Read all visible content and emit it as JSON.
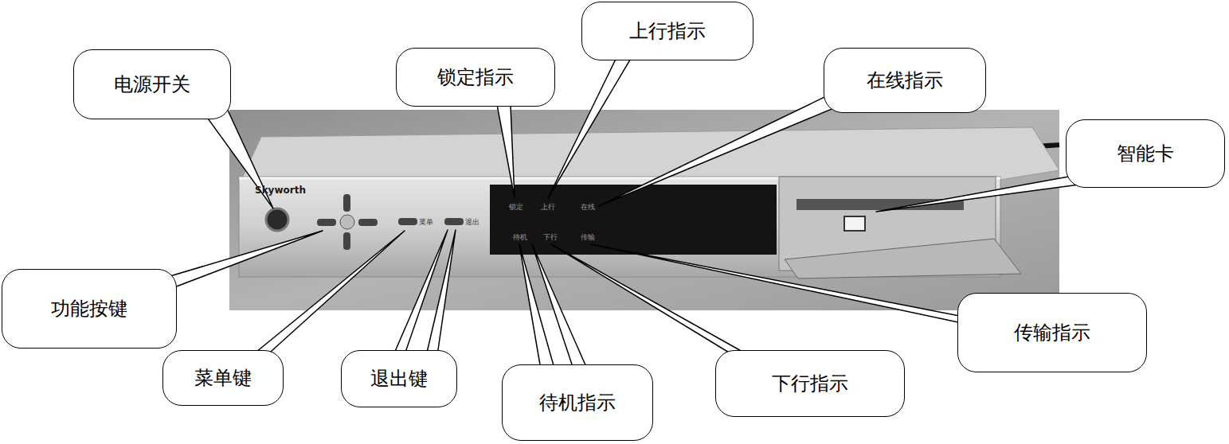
{
  "diagram": {
    "nodes": [
      {
        "text": [
          "电源开关"
        ]
      },
      {
        "text": [
          "锁定指示"
        ]
      },
      {
        "text": [
          "上行指示"
        ]
      },
      {
        "text": [
          "在线指示"
        ]
      },
      {
        "text": [
          "智能卡"
        ]
      },
      {
        "text": [
          "功能按键"
        ]
      },
      {
        "text": [
          "菜单键"
        ]
      },
      {
        "text": [
          "退出键"
        ]
      },
      {
        "text": [
          "待机指示"
        ]
      },
      {
        "text": [
          "下行指示"
        ]
      },
      {
        "text": [
          "传输指示"
        ]
      }
    ],
    "labels": [
      "Skyworth",
      "锁定",
      "上行",
      "在线",
      "待机",
      "下行",
      "传输",
      "菜单",
      "退出"
    ]
  }
}
